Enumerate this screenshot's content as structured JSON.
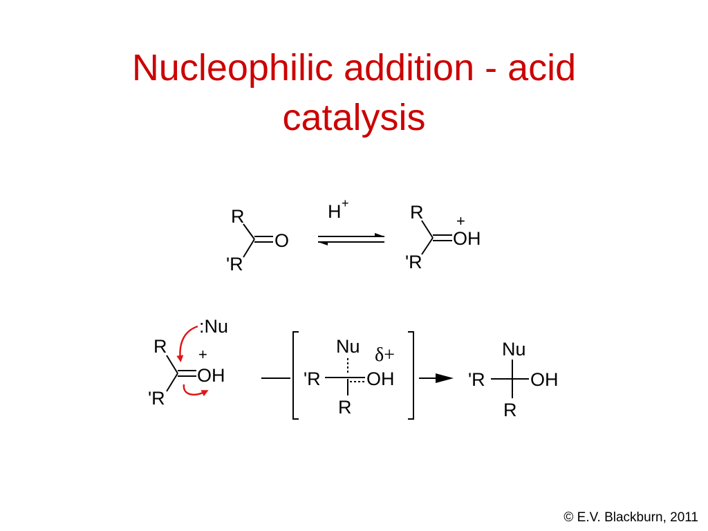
{
  "title": {
    "line1": "Nucleophilic addition - acid",
    "line2": "catalysis",
    "color": "#cc0000"
  },
  "labels": {
    "R": "R",
    "R_prime": "'R",
    "O": "O",
    "OH": "OH",
    "H": "H",
    "plus": "+",
    "Nu": "Nu",
    "colon_Nu": ":Nu",
    "delta_plus": "δ+"
  },
  "copyright": "© E.V. Blackburn, 2011",
  "colors": {
    "ink": "#000000",
    "curly_arrow": "#e01515"
  }
}
